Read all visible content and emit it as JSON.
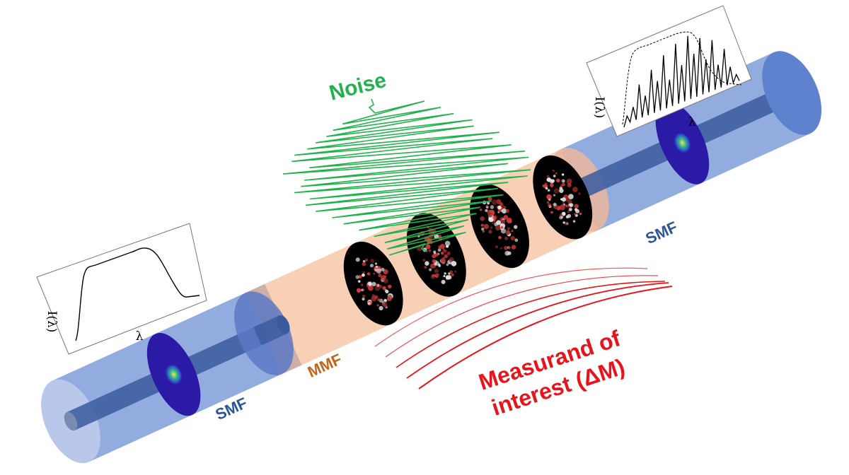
{
  "labels": {
    "noise": "Noise",
    "mmf": "MMF",
    "smf_left": "SMF",
    "smf_right": "SMF",
    "measurand_line1": "Measurand of",
    "measurand_line2": "interest (ΔM)"
  },
  "input_spectrum": {
    "ylabel": "I(λ)",
    "xlabel": "λ"
  },
  "output_spectrum": {
    "ylabel": "I(λ)",
    "xlabel": "λ"
  },
  "speckle_patterns": {
    "count": 4
  },
  "colors": {
    "noise": "#22b14c",
    "measurand": "#e8141c",
    "mmf_label": "#c2651a",
    "smf_label": "#2f5597",
    "smf_cladding": "#4472c4",
    "smf_core": "#2f528f",
    "mmf_body": "#f4b183",
    "mode_disc": "#2a1aa6"
  }
}
